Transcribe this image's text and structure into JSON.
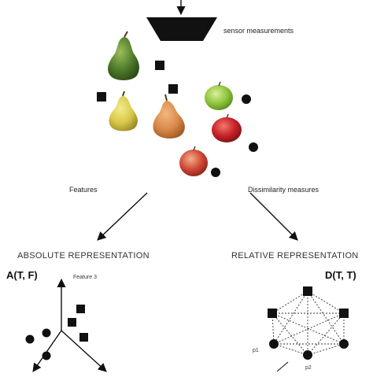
{
  "labels": {
    "sensor": "sensor measurements",
    "features": "Features",
    "dissimilarity": "Dissimilarity measures",
    "absolute_title": "ABSOLUTE REPRESENTATION",
    "relative_title": "RELATIVE REPRESENTATION",
    "absolute_math": "A(T, F)",
    "relative_math": "D(T, T)",
    "feature3": "Feature 3",
    "p1": "p1",
    "p2": "p2"
  },
  "objects": {
    "pears": 3,
    "apples": 3
  },
  "colors": {
    "marker": "#111111",
    "pear_green": "#4f7a2b",
    "pear_yellow": "#d8c94a",
    "pear_orange": "#d9894a",
    "apple_green": "#8cc23a",
    "apple_red": "#c8232a"
  }
}
